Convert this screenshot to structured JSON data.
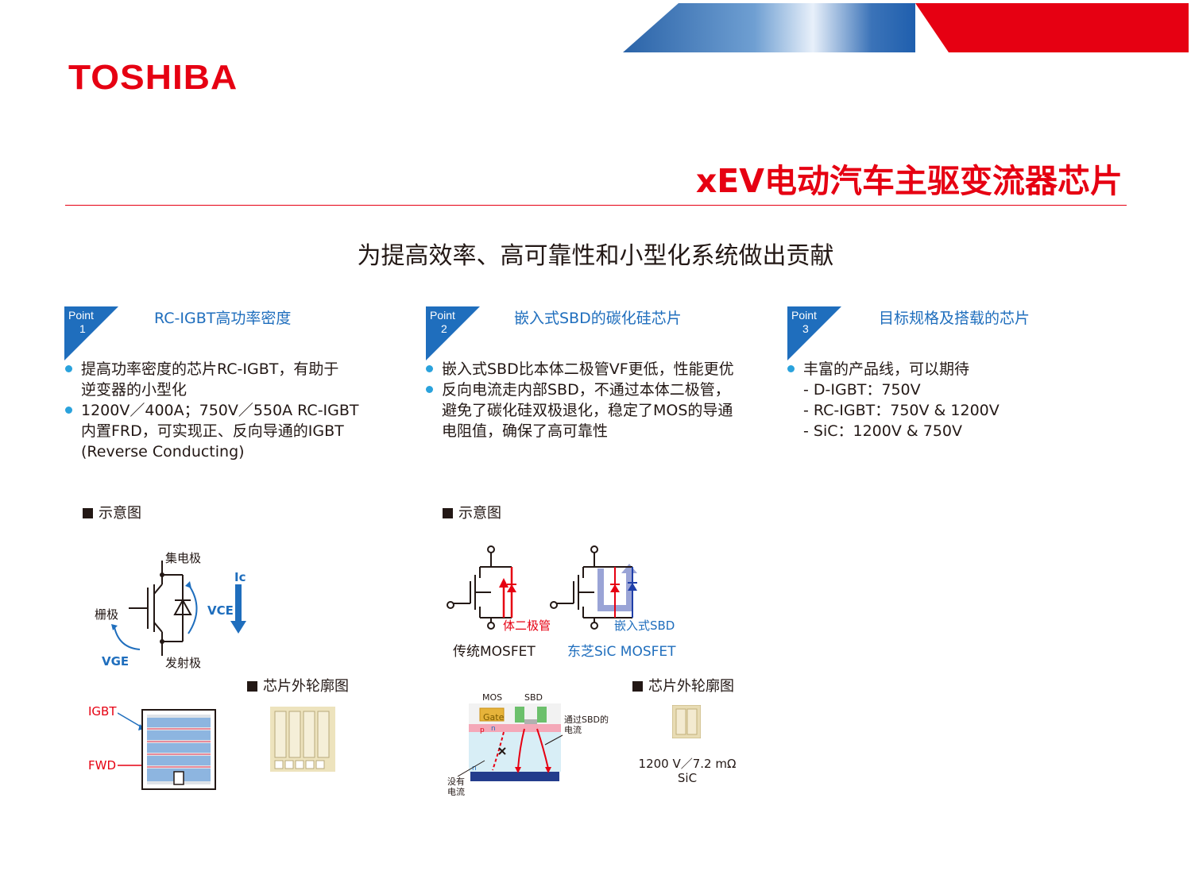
{
  "brand": {
    "logo": "TOSHIBA",
    "red": "#e60012",
    "blue": "#1f6ebd"
  },
  "page": {
    "title": "xEV电动汽车主驱变流器芯片",
    "subtitle": "为提高效率、高可靠性和小型化系统做出贡献"
  },
  "points": [
    {
      "badge_word": "Point",
      "badge_num": "1",
      "title": "RC-IGBT高功率密度",
      "bullets": [
        [
          "提高功率密度的芯片RC-IGBT，有助于",
          "逆变器的小型化"
        ],
        [
          "1200V／400A；750V／550A RC-IGBT",
          "内置FRD，可实现正、反向导通的IGBT",
          "(Reverse Conducting)"
        ]
      ]
    },
    {
      "badge_word": "Point",
      "badge_num": "2",
      "title": "嵌入式SBD的碳化硅芯片",
      "bullets": [
        [
          "嵌入式SBD比本体二极管VF更低，性能更优"
        ],
        [
          "反向电流走内部SBD，不通过本体二极管，",
          "避免了碳化硅双极退化，稳定了MOS的导通",
          "电阻值，确保了高可靠性"
        ]
      ]
    },
    {
      "badge_word": "Point",
      "badge_num": "3",
      "title": "目标规格及搭载的芯片",
      "bullets": [
        [
          "丰富的产品线，可以期待"
        ]
      ],
      "items": [
        "- D-IGBT：750V",
        "- RC-IGBT：750V & 1200V",
        "- SiC：1200V & 750V"
      ]
    }
  ],
  "diagram1": {
    "heading": "示意图",
    "collector": "集电极",
    "gate": "栅极",
    "emitter": "发射极",
    "ic": "Ic",
    "vce": "VCE",
    "vge": "VGE",
    "outline_heading": "芯片外轮廓图",
    "igbt": "IGBT",
    "fwd": "FWD"
  },
  "diagram2": {
    "heading": "示意图",
    "body_diode": "体二极管",
    "embedded_sbd": "嵌入式SBD",
    "mosfet_label": "传统MOSFET",
    "sic_label": "东芝SiC MOSFET",
    "mos": "MOS",
    "sbd": "SBD",
    "gate": "Gate",
    "through_sbd_1": "通过SBD的",
    "through_sbd_2": "电流",
    "no_current_1": "没有",
    "no_current_2": "电流",
    "p": "p",
    "n": "n",
    "n2": "n",
    "outline_heading": "芯片外轮廓图",
    "spec": "1200 V／7.2 mΩ",
    "material": "SiC"
  }
}
